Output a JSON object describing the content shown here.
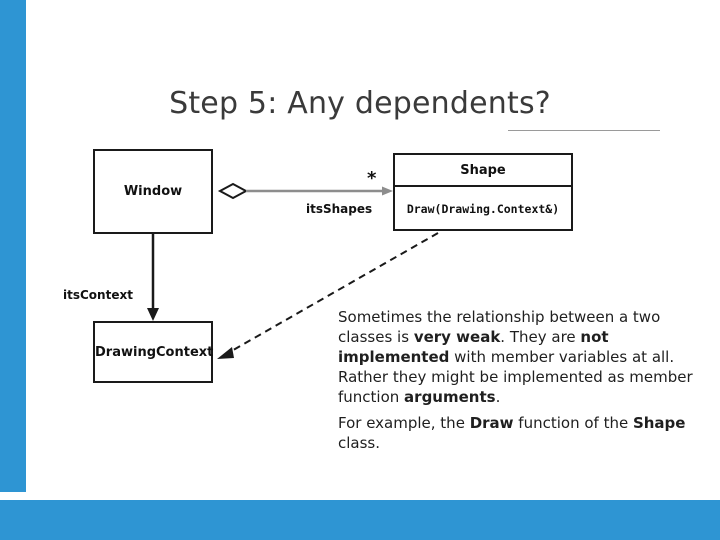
{
  "slide": {
    "title": "Step 5: Any dependents?",
    "accent_color": "#2e95d3",
    "background": "#ffffff"
  },
  "diagram": {
    "type": "uml-class-diagram",
    "classes": [
      {
        "id": "window",
        "name": "Window",
        "operations": []
      },
      {
        "id": "drawingcontext",
        "name": "DrawingContext",
        "operations": []
      },
      {
        "id": "shape",
        "name": "Shape",
        "operations": [
          "Draw(Drawing.Context&)"
        ]
      }
    ],
    "relations": [
      {
        "id": "window-shape",
        "kind": "aggregation",
        "from": "Window",
        "to": "Shape",
        "role_label": "itsShapes",
        "multiplicity": "*"
      },
      {
        "id": "window-drawingcontext",
        "kind": "association",
        "from": "Window",
        "to": "DrawingContext",
        "role_label": "itsContext",
        "multiplicity": ""
      },
      {
        "id": "shape-drawingcontext",
        "kind": "dependency",
        "from": "Shape",
        "to": "DrawingContext",
        "role_label": "",
        "multiplicity": ""
      }
    ],
    "labels": {
      "its_shapes": "itsShapes",
      "star": "*",
      "its_context": "itsContext",
      "shape_title": "Shape",
      "shape_operation": "Draw(Drawing.Context&)",
      "window_title": "Window",
      "drawingcontext_title": "DrawingContext"
    }
  },
  "body": {
    "paragraph1": {
      "seg1": "Sometimes the relationship between a two classes is ",
      "bold1": "very weak",
      "seg2": ". They are ",
      "bold2": "not implemented",
      "seg3": " with member variables at all. Rather they might be implemented as member function ",
      "bold3": "arguments",
      "seg4": "."
    },
    "paragraph2": {
      "seg1": "For example, the ",
      "bold1": "Draw",
      "seg2": " function of the ",
      "bold2": "Shape",
      "seg3": " class."
    }
  }
}
